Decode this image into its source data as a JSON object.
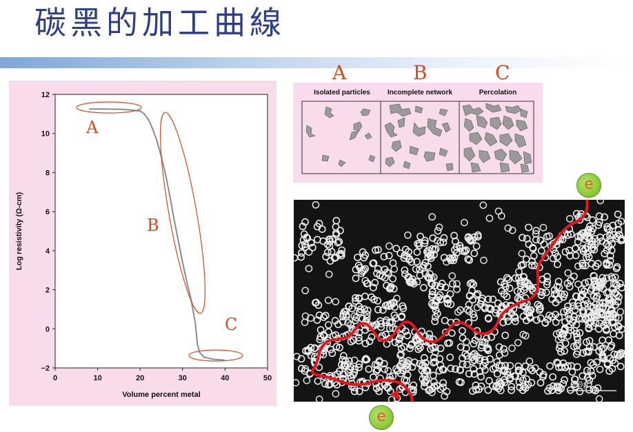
{
  "slide": {
    "title": "碳黑的加工曲線"
  },
  "graph": {
    "xlabel": "Volume percent metal",
    "ylabel": "Log resistivity (Ω-cm)",
    "x_ticks": [
      "0",
      "10",
      "20",
      "30",
      "40",
      "50"
    ],
    "y_ticks": [
      "12",
      "10",
      "8",
      "6",
      "4",
      "2",
      "0",
      "−2"
    ],
    "region_labels": [
      "A",
      "B",
      "C"
    ]
  },
  "chart_data": {
    "type": "line",
    "xlabel": "Volume percent metal",
    "ylabel": "Log resistivity (Ω-cm)",
    "xlim": [
      0,
      50
    ],
    "ylim": [
      -2,
      12
    ],
    "grid": false,
    "series": [
      {
        "x": [
          8,
          12,
          16,
          18,
          20,
          21,
          22,
          23,
          24,
          25,
          26,
          27,
          28,
          29,
          30,
          31,
          32,
          33,
          33.5,
          34,
          35,
          37,
          40
        ],
        "y": [
          11.25,
          11.25,
          11.23,
          11.2,
          11.15,
          11.0,
          10.7,
          10.2,
          9.6,
          8.8,
          7.9,
          6.8,
          5.6,
          4.5,
          3.4,
          2.4,
          1.5,
          0.3,
          -0.8,
          -1.2,
          -1.45,
          -1.55,
          -1.6
        ]
      }
    ]
  },
  "schematic": {
    "letters": [
      "A",
      "B",
      "C"
    ],
    "headers": [
      "Isolated particles",
      "Incomplete network",
      "Percolation"
    ]
  },
  "micrograph": {
    "scale_label": "20μ",
    "electron_label": "e"
  },
  "colors": {
    "title": "#2c3e8c",
    "annotation": "#e0451c",
    "path": "#e8161c",
    "panel_bg": "#f9dcec"
  }
}
